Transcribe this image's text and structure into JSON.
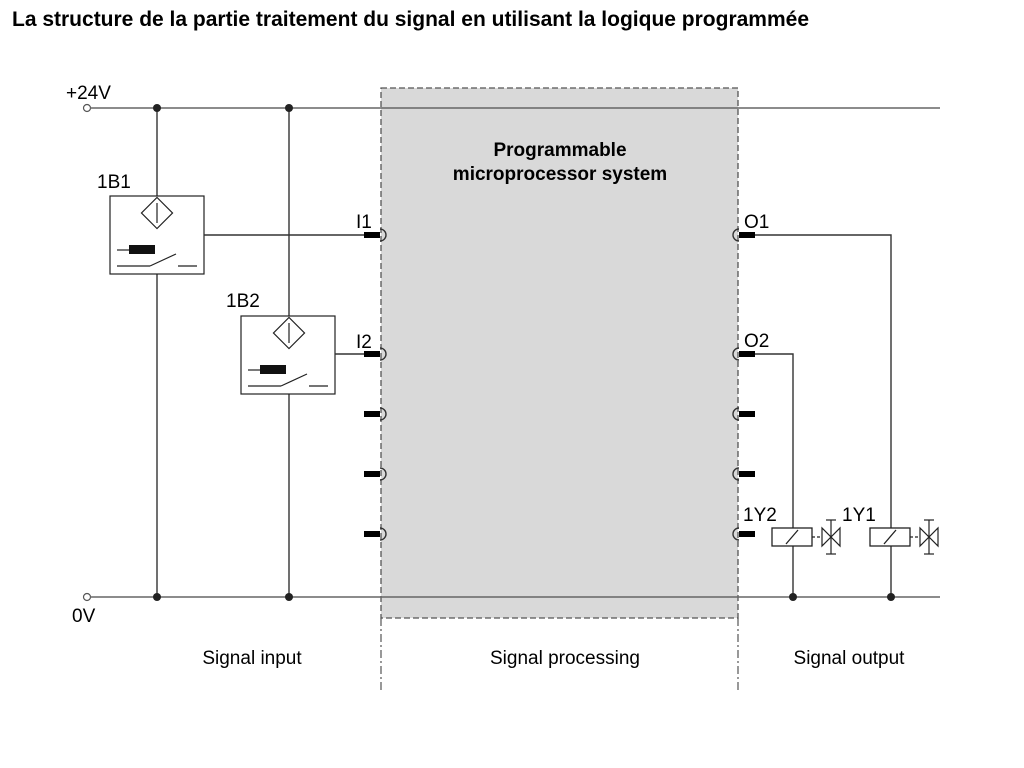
{
  "title": "La structure de la partie traitement du signal en utilisant la logique programmée",
  "diagram": {
    "supply_positive": "+24V",
    "supply_zero": "0V",
    "processor_title_line1": "Programmable",
    "processor_title_line2": "microprocessor system",
    "sensors": [
      {
        "label": "1B1"
      },
      {
        "label": "1B2"
      }
    ],
    "inputs": [
      "I1",
      "I2"
    ],
    "outputs": [
      "O1",
      "O2"
    ],
    "actuators": [
      {
        "label": "1Y2"
      },
      {
        "label": "1Y1"
      }
    ],
    "sections": [
      "Signal input",
      "Signal processing",
      "Signal output"
    ],
    "colors": {
      "processor_fill": "#d9d9d9",
      "processor_border": "#555555",
      "wire": "#333333"
    }
  }
}
